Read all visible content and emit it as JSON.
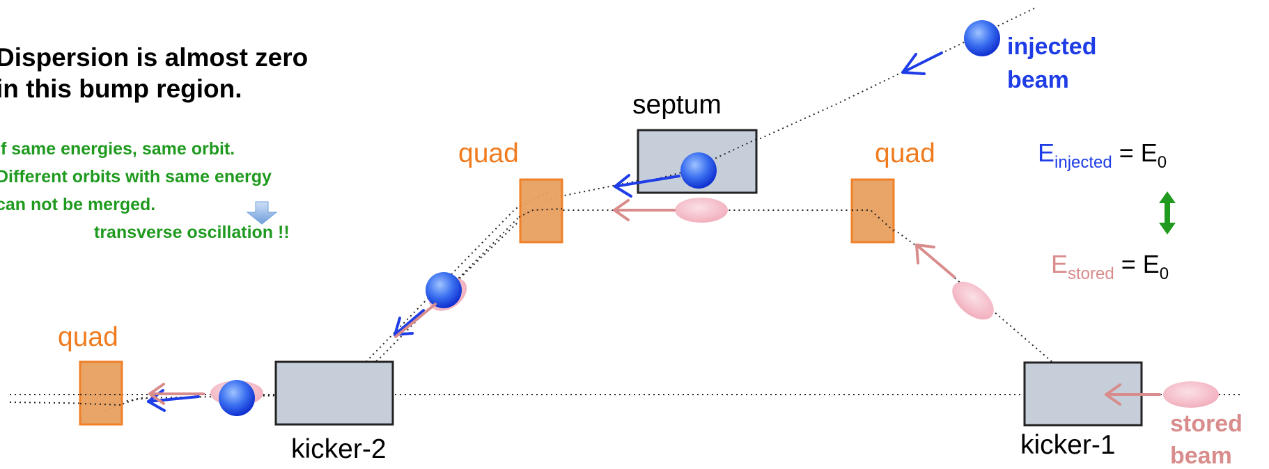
{
  "note": {
    "title_line1": "Dispersion is almost zero",
    "title_line2": "in this bump region.",
    "green_line1": "If same energies, same orbit.",
    "green_line2": "Different orbits with same energy",
    "green_line3": "can not be merged.",
    "green_line4": "transverse oscillation !!"
  },
  "labels": {
    "septum": "septum",
    "quad_left_upper": "quad",
    "quad_right_upper": "quad",
    "quad_lower": "quad",
    "kicker2": "kicker-2",
    "kicker1": "kicker-1",
    "injected_line1": "injected",
    "injected_line2": "beam",
    "stored_line1": "stored",
    "stored_line2": "beam"
  },
  "energy": {
    "injected_base": "E",
    "injected_sub": "injected",
    "injected_rhs": "= E",
    "injected_rhs_sub": "0",
    "stored_base": "E",
    "stored_sub": "stored",
    "stored_rhs": "= E",
    "stored_rhs_sub": "0"
  },
  "colors": {
    "quad_fill": "#e8a060",
    "quad_stroke": "#f07b1e",
    "quad_text": "#f07b1e",
    "magnet_fill": "#c5ced9",
    "magnet_stroke": "#222222",
    "injected": "#1e3de6",
    "stored": "#d98c8c",
    "stored_bunch": "#f2b6c2",
    "green": "#1f9a1f",
    "title": "#000000"
  }
}
